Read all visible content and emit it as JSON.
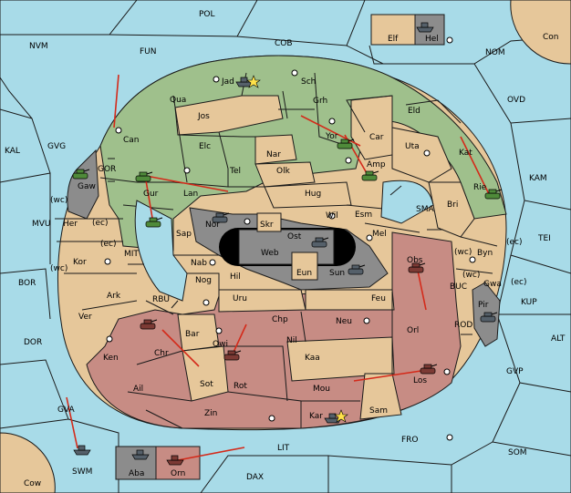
{
  "colors": {
    "sea": "#a8dbe8",
    "power_green": "#9fc08c",
    "neutral_tan": "#e6c79a",
    "power_red": "#c78c84",
    "power_grey": "#8c8c8c",
    "order_arrow": "#d42a1a"
  },
  "labels": [
    {
      "id": "pol",
      "text": "POL"
    },
    {
      "id": "nvm",
      "text": "NVM"
    },
    {
      "id": "fun",
      "text": "FUN"
    },
    {
      "id": "cob",
      "text": "COB"
    },
    {
      "id": "nom",
      "text": "NOM"
    },
    {
      "id": "con",
      "text": "Con"
    },
    {
      "id": "elf",
      "text": "Elf"
    },
    {
      "id": "hel",
      "text": "Hel"
    },
    {
      "id": "jad",
      "text": "Jad"
    },
    {
      "id": "sch",
      "text": "Sch"
    },
    {
      "id": "ovd",
      "text": "OVD"
    },
    {
      "id": "qua",
      "text": "Qua"
    },
    {
      "id": "jos",
      "text": "Jos"
    },
    {
      "id": "grh",
      "text": "Grh"
    },
    {
      "id": "eld",
      "text": "Eld"
    },
    {
      "id": "kal",
      "text": "KAL"
    },
    {
      "id": "gvg",
      "text": "GVG"
    },
    {
      "id": "can",
      "text": "Can"
    },
    {
      "id": "elc",
      "text": "Elc"
    },
    {
      "id": "nar",
      "text": "Nar"
    },
    {
      "id": "yor",
      "text": "Yor"
    },
    {
      "id": "car",
      "text": "Car"
    },
    {
      "id": "uta",
      "text": "Uta"
    },
    {
      "id": "kat",
      "text": "Kat"
    },
    {
      "id": "kam",
      "text": "KAM"
    },
    {
      "id": "gor",
      "text": "GOR"
    },
    {
      "id": "tel",
      "text": "Tel"
    },
    {
      "id": "olk",
      "text": "Olk"
    },
    {
      "id": "amp",
      "text": "Amp"
    },
    {
      "id": "gaw",
      "text": "Gaw"
    },
    {
      "id": "gur",
      "text": "Gur"
    },
    {
      "id": "lan",
      "text": "Lan"
    },
    {
      "id": "hug",
      "text": "Hug"
    },
    {
      "id": "rie",
      "text": "Rie"
    },
    {
      "id": "bri",
      "text": "Bri"
    },
    {
      "id": "sma",
      "text": "SMA"
    },
    {
      "id": "wc1",
      "text": "(wc)"
    },
    {
      "id": "her",
      "text": "Her"
    },
    {
      "id": "ec1",
      "text": "(ec)"
    },
    {
      "id": "mvu",
      "text": "MVU"
    },
    {
      "id": "nor",
      "text": "Nor"
    },
    {
      "id": "wil",
      "text": "Wil"
    },
    {
      "id": "esm",
      "text": "Esm"
    },
    {
      "id": "sap",
      "text": "Sap"
    },
    {
      "id": "skr",
      "text": "Skr"
    },
    {
      "id": "ost",
      "text": "Ost"
    },
    {
      "id": "mel",
      "text": "Mel"
    },
    {
      "id": "tei",
      "text": "TEI"
    },
    {
      "id": "web",
      "text": "Web"
    },
    {
      "id": "wc2",
      "text": "(wc)"
    },
    {
      "id": "byn",
      "text": "Byn"
    },
    {
      "id": "ec2",
      "text": "(ec)"
    },
    {
      "id": "ec3",
      "text": "(ec)"
    },
    {
      "id": "mit",
      "text": "MIT"
    },
    {
      "id": "kor",
      "text": "Kor"
    },
    {
      "id": "nab",
      "text": "Nab"
    },
    {
      "id": "wc3",
      "text": "(wc)"
    },
    {
      "id": "eun",
      "text": "Eun"
    },
    {
      "id": "obs",
      "text": "Obs"
    },
    {
      "id": "wc4",
      "text": "(wc)"
    },
    {
      "id": "bor",
      "text": "BOR"
    },
    {
      "id": "hil",
      "text": "Hil"
    },
    {
      "id": "sun",
      "text": "Sun"
    },
    {
      "id": "gwa",
      "text": "Gwa"
    },
    {
      "id": "ec4",
      "text": "(ec)"
    },
    {
      "id": "nog",
      "text": "Nog"
    },
    {
      "id": "buc",
      "text": "BUC"
    },
    {
      "id": "ark",
      "text": "Ark"
    },
    {
      "id": "rbu",
      "text": "RBU"
    },
    {
      "id": "uru",
      "text": "Uru"
    },
    {
      "id": "feu",
      "text": "Feu"
    },
    {
      "id": "kup",
      "text": "KUP"
    },
    {
      "id": "pir",
      "text": "Pir"
    },
    {
      "id": "ver",
      "text": "Ver"
    },
    {
      "id": "chp",
      "text": "Chp"
    },
    {
      "id": "neu",
      "text": "Neu"
    },
    {
      "id": "orl",
      "text": "Orl"
    },
    {
      "id": "rod",
      "text": "ROD"
    },
    {
      "id": "bar",
      "text": "Bar"
    },
    {
      "id": "qwi",
      "text": "Qwi"
    },
    {
      "id": "dor",
      "text": "DOR"
    },
    {
      "id": "nil",
      "text": "Nil"
    },
    {
      "id": "alt",
      "text": "ALT"
    },
    {
      "id": "chr",
      "text": "Chr"
    },
    {
      "id": "ken",
      "text": "Ken"
    },
    {
      "id": "kaa",
      "text": "Kaa"
    },
    {
      "id": "gvp",
      "text": "GVP"
    },
    {
      "id": "los",
      "text": "Los"
    },
    {
      "id": "sot",
      "text": "Sot"
    },
    {
      "id": "rot",
      "text": "Rot"
    },
    {
      "id": "ail",
      "text": "Ail"
    },
    {
      "id": "mou",
      "text": "Mou"
    },
    {
      "id": "sam",
      "text": "Sam"
    },
    {
      "id": "gva",
      "text": "GVA"
    },
    {
      "id": "zin",
      "text": "Zin"
    },
    {
      "id": "kar",
      "text": "Kar"
    },
    {
      "id": "fro",
      "text": "FRO"
    },
    {
      "id": "lit",
      "text": "LIT"
    },
    {
      "id": "som",
      "text": "SOM"
    },
    {
      "id": "swm",
      "text": "SWM"
    },
    {
      "id": "aba",
      "text": "Aba"
    },
    {
      "id": "orn",
      "text": "Orn"
    },
    {
      "id": "dax",
      "text": "DAX"
    },
    {
      "id": "cow",
      "text": "Cow"
    }
  ],
  "units": [
    {
      "type": "fleet-icon",
      "power": "grey",
      "province": "Hel"
    },
    {
      "type": "fleet-icon",
      "power": "grey",
      "province": "Jad"
    },
    {
      "type": "army-icon",
      "power": "green",
      "province": "Yor"
    },
    {
      "type": "army-icon",
      "power": "green",
      "province": "Amp"
    },
    {
      "type": "army-icon",
      "power": "green",
      "province": "Gaw"
    },
    {
      "type": "army-icon",
      "power": "green",
      "province": "Gur"
    },
    {
      "type": "army-icon",
      "power": "green",
      "province": "Sap"
    },
    {
      "type": "army-icon",
      "power": "green",
      "province": "Rie"
    },
    {
      "type": "army-icon",
      "power": "grey",
      "province": "Nor"
    },
    {
      "type": "army-icon",
      "power": "grey",
      "province": "Ost"
    },
    {
      "type": "army-icon",
      "power": "grey",
      "province": "Sun"
    },
    {
      "type": "army-icon",
      "power": "red",
      "province": "Obs"
    },
    {
      "type": "army-icon",
      "power": "grey",
      "province": "Pir"
    },
    {
      "type": "army-icon",
      "power": "red",
      "province": "Chr"
    },
    {
      "type": "army-icon",
      "power": "red",
      "province": "Qwi"
    },
    {
      "type": "army-icon",
      "power": "red",
      "province": "Los"
    },
    {
      "type": "fleet-icon",
      "power": "grey",
      "province": "Kar"
    },
    {
      "type": "fleet-icon",
      "power": "grey",
      "province": "Aba"
    },
    {
      "type": "fleet-icon",
      "power": "red",
      "province": "Orn"
    },
    {
      "type": "fleet-icon",
      "power": "grey",
      "province": "SWM"
    }
  ],
  "capital_marks": [
    {
      "icon": "star-icon",
      "province": "Jad"
    },
    {
      "icon": "star-icon",
      "province": "Kar"
    }
  ],
  "convoy_arrow_icon": "double-arrow-icon"
}
